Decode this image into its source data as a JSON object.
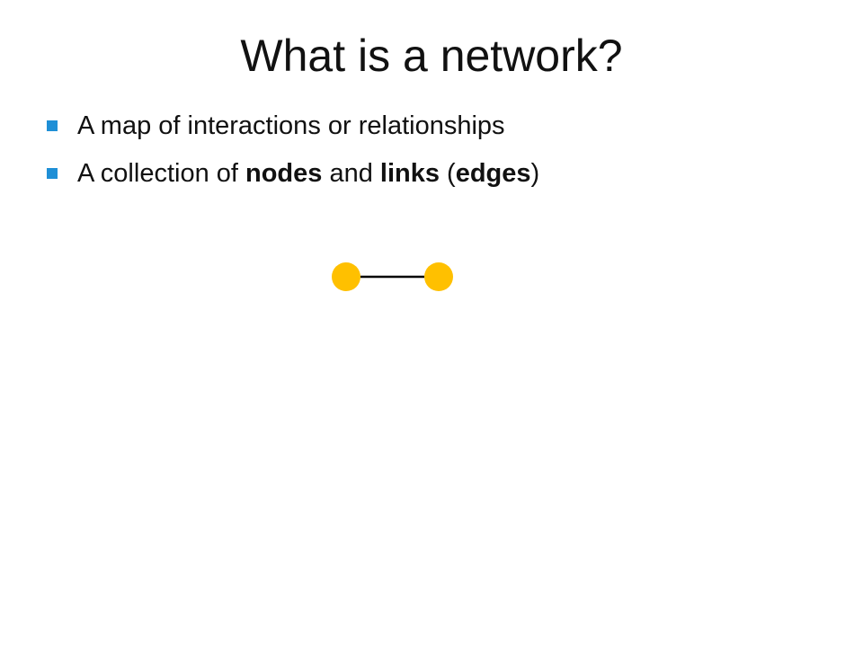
{
  "slide": {
    "title": "What is a network?",
    "bullets": [
      {
        "parts": [
          {
            "text": "A map of interactions or relationships",
            "bold": false
          }
        ]
      },
      {
        "parts": [
          {
            "text": "A collection of ",
            "bold": false
          },
          {
            "text": "nodes",
            "bold": true
          },
          {
            "text": " and ",
            "bold": false
          },
          {
            "text": "links",
            "bold": true
          },
          {
            "text": " (",
            "bold": false
          },
          {
            "text": "edges",
            "bold": true
          },
          {
            "text": ")",
            "bold": false
          }
        ]
      }
    ]
  },
  "colors": {
    "bullet": "#1f8fd6",
    "node": "#ffc000",
    "link": "#000000"
  },
  "diagram": {
    "nodes": [
      {
        "id": "node-a"
      },
      {
        "id": "node-b"
      }
    ],
    "links": [
      {
        "source": "node-a",
        "target": "node-b"
      }
    ]
  }
}
